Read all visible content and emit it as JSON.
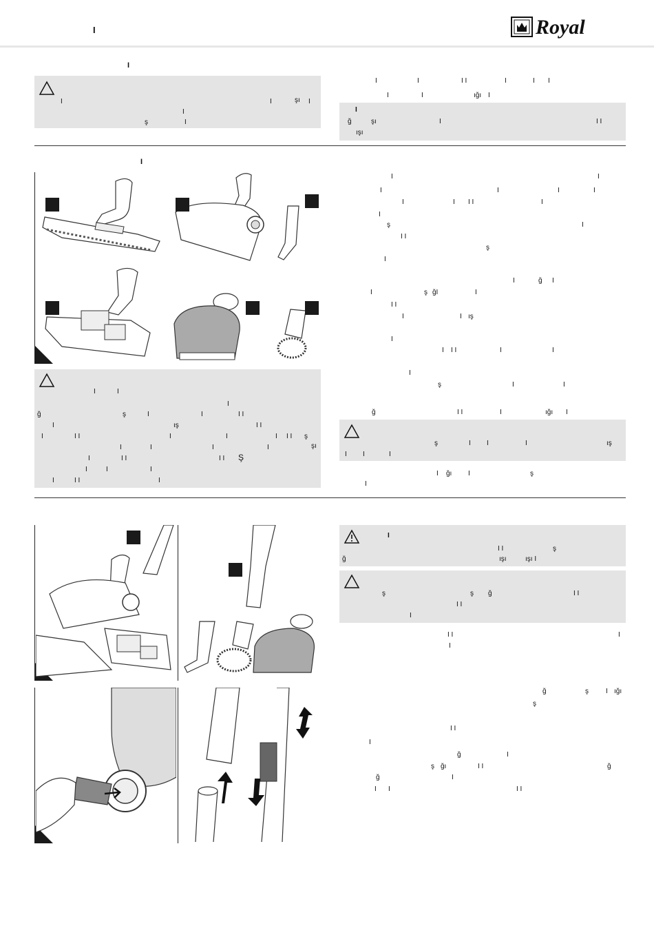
{
  "header": {
    "mark": "I",
    "brand": "Royal"
  },
  "section1": {
    "mark": "I",
    "warning_box_left": [
      "I",
      "I",
      "şı",
      "I",
      "I",
      "ş",
      "I"
    ],
    "right_text": [
      "I",
      "I",
      "I I",
      "I",
      "I",
      "I",
      "I",
      "I",
      "ığı",
      "I"
    ],
    "note_box": [
      "I",
      "ğ",
      "şı",
      "I",
      "I I",
      "ışı"
    ]
  },
  "section2": {
    "mark": "I",
    "figure_badges": [
      "",
      "",
      "",
      "",
      "",
      ""
    ],
    "right_text": [
      "I",
      "I",
      "I",
      "I",
      "I",
      "I",
      "I",
      "I",
      "I I",
      "I",
      "I",
      "ş",
      "I",
      "I I",
      "ş",
      "I",
      "I",
      "ğ",
      "I",
      "I",
      "ş",
      "ğI",
      "I",
      "I I",
      "I",
      "I",
      "ış",
      "I",
      "I",
      "I I",
      "I",
      "I",
      "I",
      "ş",
      "I",
      "I",
      "ğ",
      "I I",
      "I",
      "ığı",
      "I"
    ],
    "warning_box_left": [
      "I",
      "I",
      "I",
      "ğ",
      "ş",
      "I",
      "I",
      "I I",
      "I",
      "ış",
      "I I",
      "I",
      "I I",
      "I",
      "I",
      "I",
      "I I",
      "ş",
      "I",
      "I",
      "I",
      "I",
      "şı",
      "I",
      "I I",
      "I I",
      "Ş",
      "I",
      "I",
      "I",
      "I",
      "I I",
      "I"
    ],
    "warning_box_right": [
      "ş",
      "I",
      "I",
      "I",
      "ış",
      "I",
      "I",
      "I"
    ],
    "after_box": [
      "I",
      "ğı",
      "I",
      "ş",
      "I"
    ]
  },
  "section3": {
    "figure_badges": [
      "",
      ""
    ],
    "warning_box_1": [
      "I",
      "I I",
      "ş",
      "ğ",
      "ışı",
      "ışı I"
    ],
    "warning_box_2": [
      "ş",
      "ş",
      "ğ",
      "I I",
      "I I",
      "I"
    ],
    "right_text": [
      "I I",
      "I",
      "I",
      "ğ",
      "ş",
      "I",
      "ığı",
      "ş",
      "I I",
      "I",
      "ğ",
      "I",
      "ş",
      "ğı",
      "I I",
      "ğ",
      "ğ",
      "I",
      "I",
      "I",
      "I I"
    ]
  }
}
